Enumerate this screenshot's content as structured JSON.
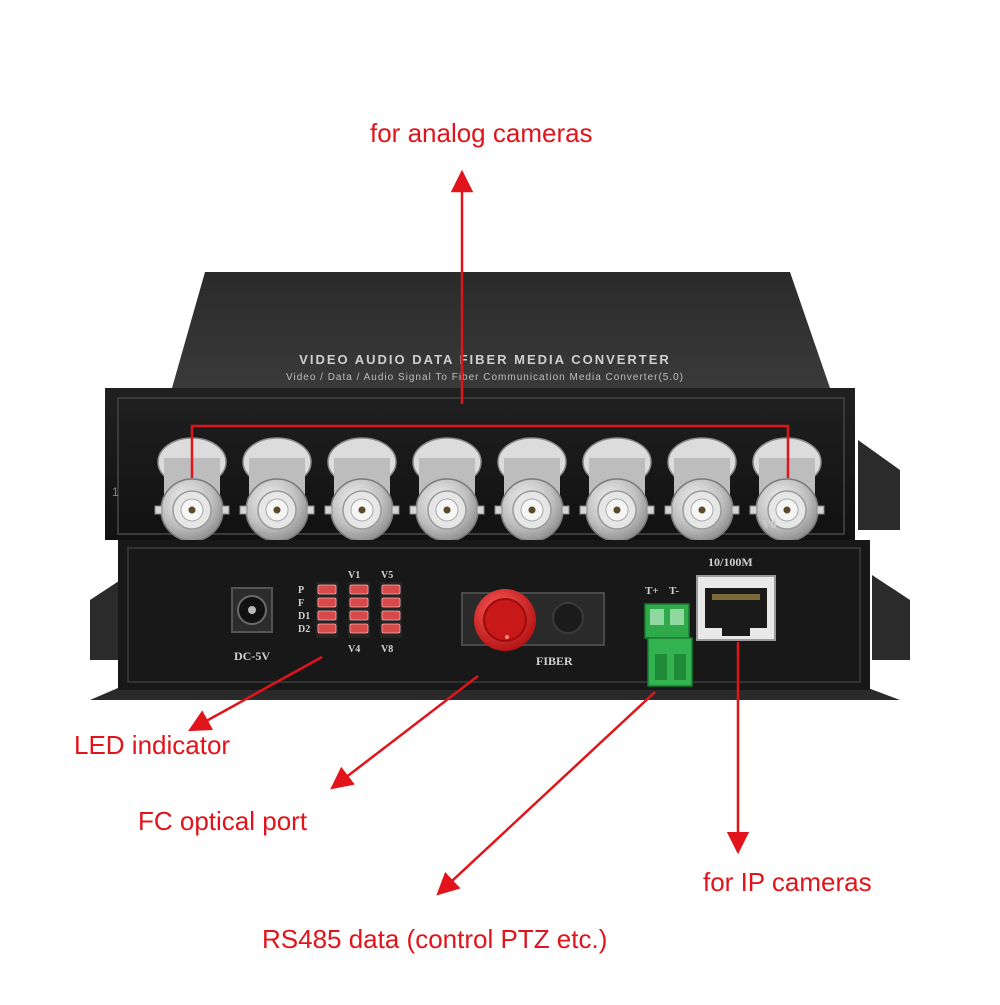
{
  "colors": {
    "annotation": "#e0141a",
    "device_body": "#1e1e1e",
    "device_face": "#151515",
    "bnc_metal": "#c8c8c8",
    "led_red": "#d84a4a",
    "fc_cap_red": "#e02020",
    "terminal_green": "#2faa4a"
  },
  "callouts": {
    "analog_cameras": "for analog cameras",
    "led_indicator": "LED indicator",
    "fc_optical_port": "FC optical port",
    "rs485_data": "RS485 data (control PTZ etc.)",
    "ip_cameras": "for IP cameras"
  },
  "device": {
    "top_title": "VIDEO AUDIO DATA FIBER MEDIA CONVERTER",
    "top_subtitle": "Video / Data / Audio Signal To Fiber Communication Media Converter(5.0)",
    "channel_count": 8,
    "channel_last_label": "V8",
    "dc_label": "DC-5V",
    "status_leds": [
      "P",
      "F",
      "D1",
      "D2"
    ],
    "video_led_top": [
      "V1",
      "V5"
    ],
    "video_led_bottom": [
      "V4",
      "V8"
    ],
    "fiber_label": "FIBER",
    "terminal_labels": [
      "T+",
      "T-"
    ],
    "ethernet_label": "10/100M",
    "side_mark": "1"
  }
}
